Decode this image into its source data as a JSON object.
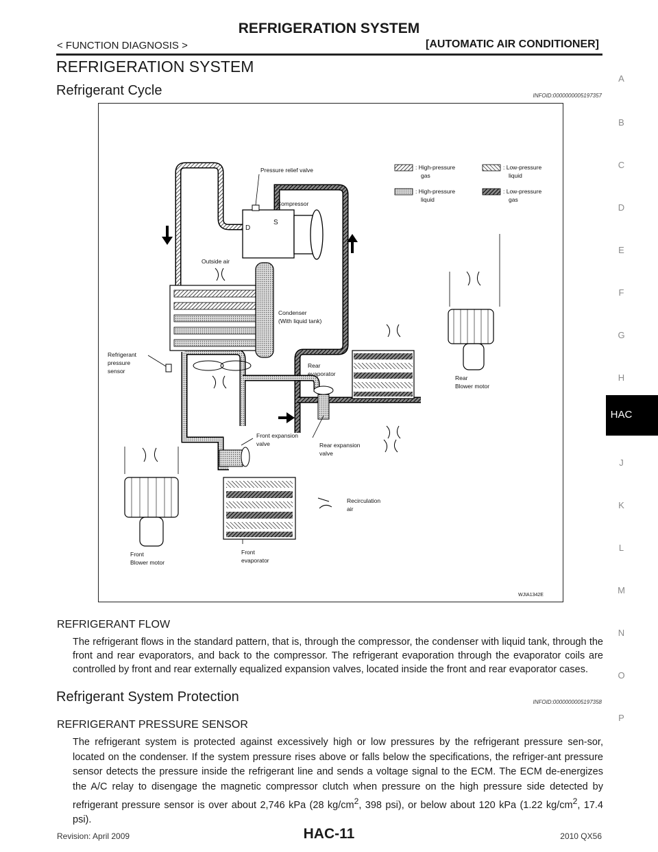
{
  "header": {
    "page_title": "REFRIGERATION SYSTEM",
    "left": "< FUNCTION DIAGNOSIS >",
    "right": "[AUTOMATIC AIR CONDITIONER]"
  },
  "section_title": "REFRIGERATION SYSTEM",
  "refrigerant_cycle": {
    "heading": "Refrigerant Cycle",
    "info_id": "INFOID:0000000005197357"
  },
  "diagram": {
    "legend": {
      "high_pressure_gas": [
        ": High-pressure",
        "gas"
      ],
      "low_pressure_liquid": [
        ": Low-pressure",
        "liquid"
      ],
      "high_pressure_liquid": [
        ": High-pressure",
        "liquid"
      ],
      "low_pressure_gas": [
        ": Low-pressure",
        "gas"
      ]
    },
    "labels": {
      "pressure_relief_valve": "Pressure relief valve",
      "compressor": "Compressor",
      "port_d": "D",
      "port_s": "S",
      "outside_air": "Outside air",
      "condenser": [
        "Condenser",
        "(With liquid tank)"
      ],
      "refrigerant_pressure_sensor": [
        "Refrigerant",
        "pressure",
        "sensor"
      ],
      "rear_evaporator": [
        "Rear",
        "evaporator"
      ],
      "rear_blower_motor": [
        "Rear",
        "Blower motor"
      ],
      "front_expansion_valve": [
        "Front expansion",
        "valve"
      ],
      "rear_expansion_valve": [
        "Rear expansion",
        "valve"
      ],
      "recirculation_air": [
        "Recirculation",
        "air"
      ],
      "front_blower_motor": [
        "Front",
        "Blower motor"
      ],
      "front_evaporator": [
        "Front",
        "evaporator"
      ],
      "figure_code": "WJIA1342E"
    }
  },
  "refrigerant_flow": {
    "heading": "REFRIGERANT FLOW",
    "text": "The refrigerant flows in the standard pattern, that is, through the compressor, the condenser with liquid tank, through the front and rear evaporators, and back to the compressor. The refrigerant evaporation through the evaporator coils are controlled by front and rear externally equalized expansion valves, located inside the front and rear evaporator cases."
  },
  "protection": {
    "heading": "Refrigerant System Protection",
    "info_id": "INFOID:0000000005197358"
  },
  "pressure_sensor": {
    "heading": "REFRIGERANT PRESSURE SENSOR",
    "text_1": "The refrigerant system is protected against excessively high or low pressures by the refrigerant pressure sen-sor, located on the condenser. If the system pressure rises above or falls below the specifications, the refriger-ant pressure sensor detects the pressure inside the refrigerant line and sends a voltage signal to the ECM. The ECM de-energizes the A/C relay to disengage the magnetic compressor clutch when pressure on the high pressure side detected by refrigerant pressure sensor is over about 2,746 kPa (28 kg/cm",
    "sup_1": "2",
    "text_2": ", 398 psi), or below about 120 kPa (1.22 kg/cm",
    "sup_2": "2",
    "text_3": ", 17.4 psi)."
  },
  "side_nav": {
    "letters": [
      "A",
      "B",
      "C",
      "D",
      "E",
      "F",
      "G",
      "H",
      "J",
      "K",
      "L",
      "M",
      "N",
      "O",
      "P"
    ],
    "active": "HAC"
  },
  "footer": {
    "left": "Revision: April 2009",
    "center": "HAC-11",
    "right": "2010 QX56"
  }
}
